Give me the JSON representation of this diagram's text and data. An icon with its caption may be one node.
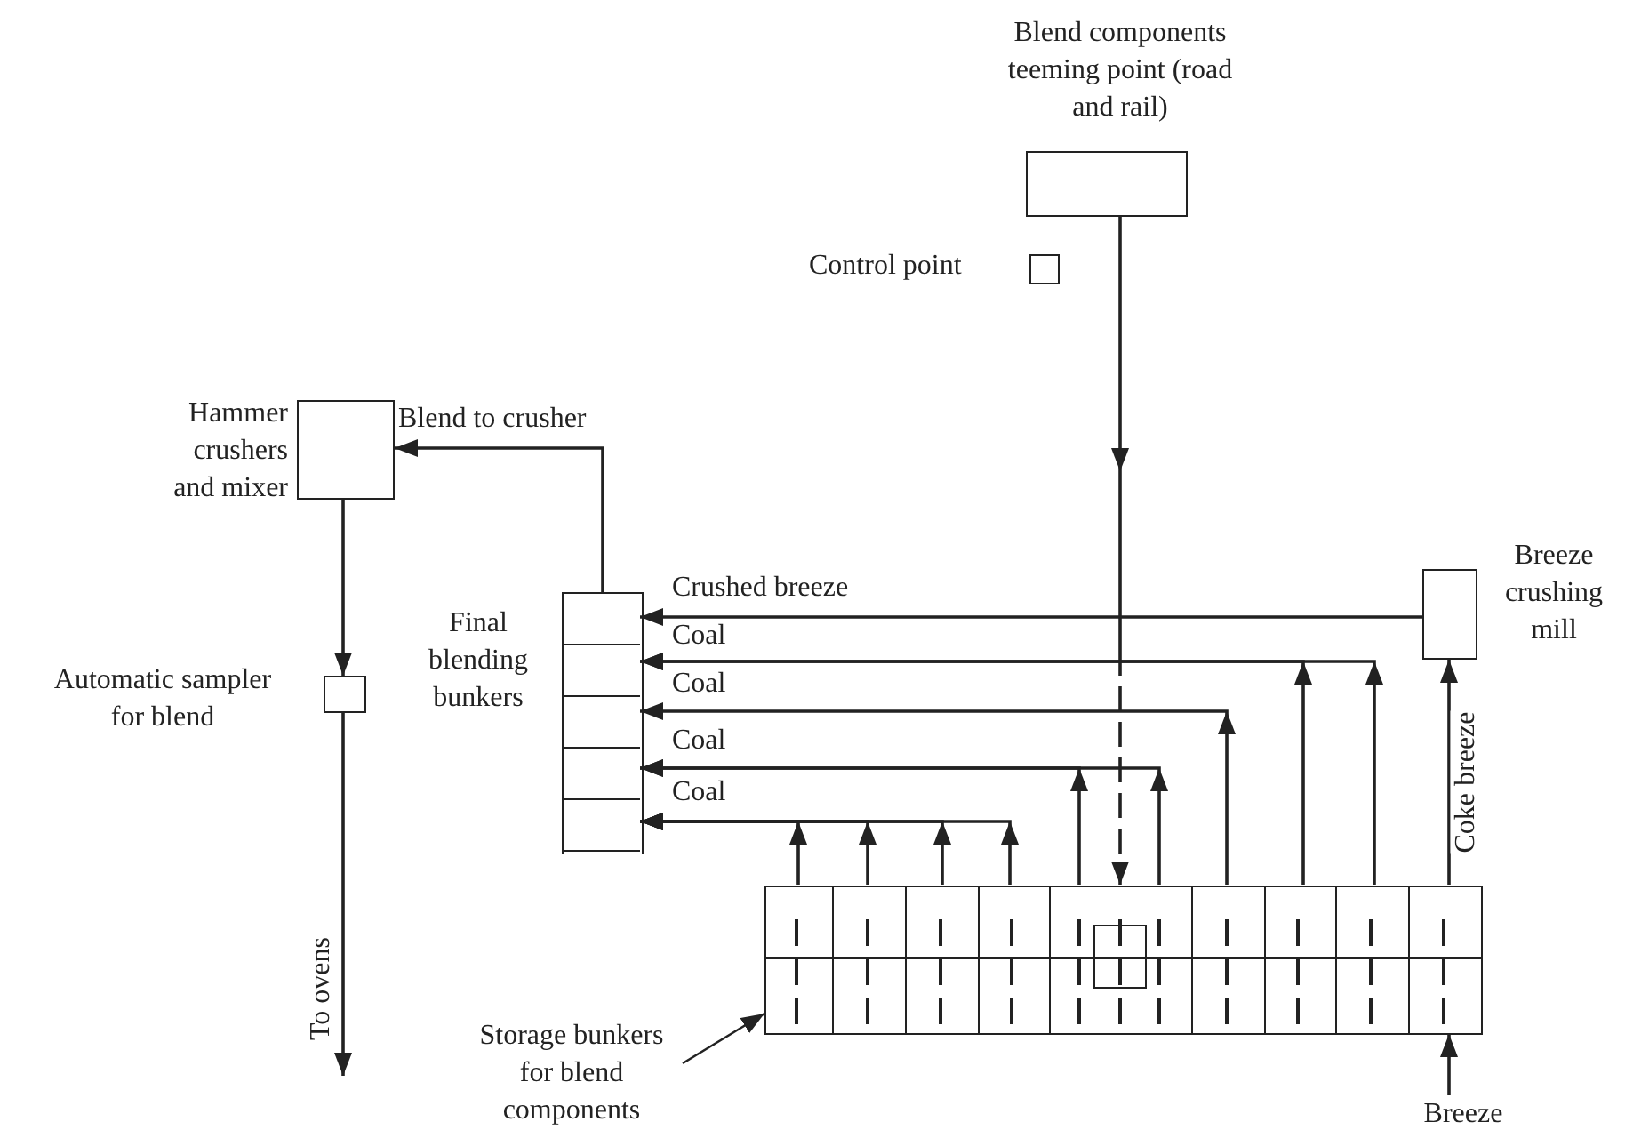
{
  "diagram": {
    "nodes": [
      {
        "text": [
          "Blend components teeming point (road and rail)"
        ]
      },
      {
        "text": [
          "Hammer crushers and mixer"
        ]
      },
      {
        "text": [
          "Automatic sampler for blend"
        ]
      },
      {
        "text": [
          "Final blending bunkers"
        ]
      },
      {
        "text": [],
        "shape": "box",
        "in": 3
      },
      {
        "text": [],
        "shape": "box",
        "in": 3
      },
      {
        "text": [],
        "shape": "box",
        "in": 3
      },
      {
        "text": [],
        "shape": "box",
        "in": 3
      },
      {
        "text": [],
        "shape": "box",
        "in": 3
      },
      {
        "text": [
          "Breeze crushing mill"
        ]
      },
      {
        "text": [
          "Storage bunkers for blend components"
        ]
      },
      {
        "text": [],
        "shape": "box"
      },
      {
        "text": [],
        "shape": "box",
        "in": 11
      },
      {
        "text": [],
        "shape": "box",
        "in": 11
      },
      {
        "text": [],
        "shape": "box",
        "in": 11
      },
      {
        "text": [],
        "shape": "box",
        "in": 11
      },
      {
        "text": [],
        "shape": "box",
        "in": 11
      },
      {
        "text": [],
        "shape": "box",
        "in": 11
      },
      {
        "text": [],
        "shape": "box",
        "in": 11
      },
      {
        "text": [],
        "shape": "box",
        "in": 11
      },
      {
        "text": [],
        "shape": "box",
        "in": 11
      },
      {
        "text": [],
        "shape": "box",
        "in": 16
      },
      {
        "text": [
          "Breeze"
        ]
      }
    ],
    "edges": [
      {
        "from": 0,
        "to": 16,
        "arrow": "to",
        "style": "dashed"
      },
      {
        "from": 3,
        "to": 1,
        "arrow": "to",
        "label": "Blend to crusher"
      },
      {
        "from": 1,
        "to": 2,
        "arrow": "to"
      },
      {
        "from": 2,
        "to": null,
        "arrow": "to",
        "label": "To ovens"
      },
      {
        "from": 9,
        "to": 4,
        "arrow": "to",
        "label": "Crushed breeze"
      },
      {
        "from": 19,
        "to": 5,
        "arrow": "to",
        "label": "Coal"
      },
      {
        "from": 18,
        "to": 5,
        "arrow": "to"
      },
      {
        "from": 17,
        "to": 6,
        "arrow": "to",
        "label": "Coal"
      },
      {
        "from": 16,
        "to": 7,
        "arrow": "to",
        "label": "Coal"
      },
      {
        "from": 16,
        "to": 7,
        "arrow": "to"
      },
      {
        "from": 12,
        "to": 8,
        "arrow": "to",
        "label": "Coal"
      },
      {
        "from": 13,
        "to": 8,
        "arrow": "to"
      },
      {
        "from": 14,
        "to": 8,
        "arrow": "to"
      },
      {
        "from": 15,
        "to": 8,
        "arrow": "to"
      },
      {
        "from": 20,
        "to": 9,
        "arrow": "to",
        "label": "Coke breeze"
      },
      {
        "from": 22,
        "to": 20,
        "arrow": "to"
      },
      {
        "from": 10,
        "to": 11,
        "arrow": "to"
      }
    ],
    "legend": [
      {
        "text": "Control point"
      }
    ]
  }
}
